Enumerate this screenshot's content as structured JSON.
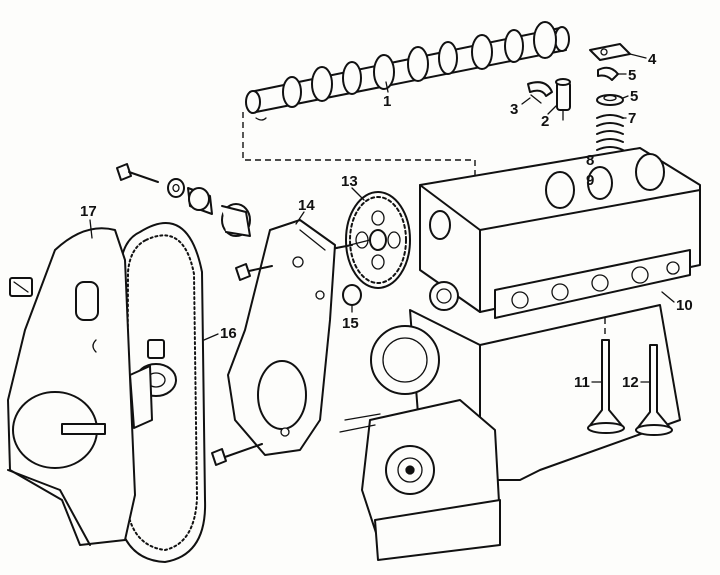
{
  "diagram": {
    "callouts": [
      {
        "id": "1",
        "label": "1"
      },
      {
        "id": "2",
        "label": "2"
      },
      {
        "id": "3",
        "label": "3"
      },
      {
        "id": "4",
        "label": "4"
      },
      {
        "id": "5a",
        "label": "5"
      },
      {
        "id": "5b",
        "label": "5"
      },
      {
        "id": "7",
        "label": "7"
      },
      {
        "id": "8",
        "label": "8"
      },
      {
        "id": "9",
        "label": "9"
      },
      {
        "id": "10",
        "label": "10"
      },
      {
        "id": "11",
        "label": "11"
      },
      {
        "id": "12",
        "label": "12"
      },
      {
        "id": "13",
        "label": "13"
      },
      {
        "id": "14",
        "label": "14"
      },
      {
        "id": "15",
        "label": "15"
      },
      {
        "id": "16",
        "label": "16"
      },
      {
        "id": "17",
        "label": "17"
      }
    ]
  }
}
